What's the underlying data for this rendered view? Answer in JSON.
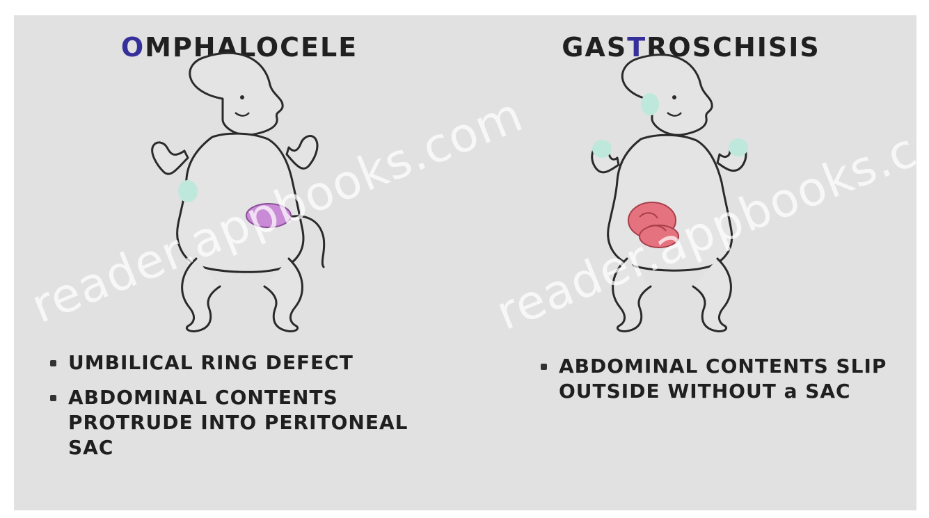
{
  "panels": [
    {
      "title_accent": "O",
      "title_rest": "MPHALOCELE",
      "bullets": [
        "UMBILICAL RING DEFECT",
        "ABDOMINAL CONTENTS PROTRUDE INTO PERITONEAL SAC"
      ],
      "mass_color": "#c98bd6",
      "highlight_color": "#bfe8dc"
    },
    {
      "title_pre": "GAS",
      "title_accent": "T",
      "title_rest": "ROSCHISIS",
      "bullets": [
        "ABDOMINAL CONTENTS SLIP OUTSIDE WITHOUT a SAC"
      ],
      "mass_color": "#e5737f",
      "highlight_color": "#bfe8dc"
    }
  ],
  "watermark": "reader.appbooks.com"
}
